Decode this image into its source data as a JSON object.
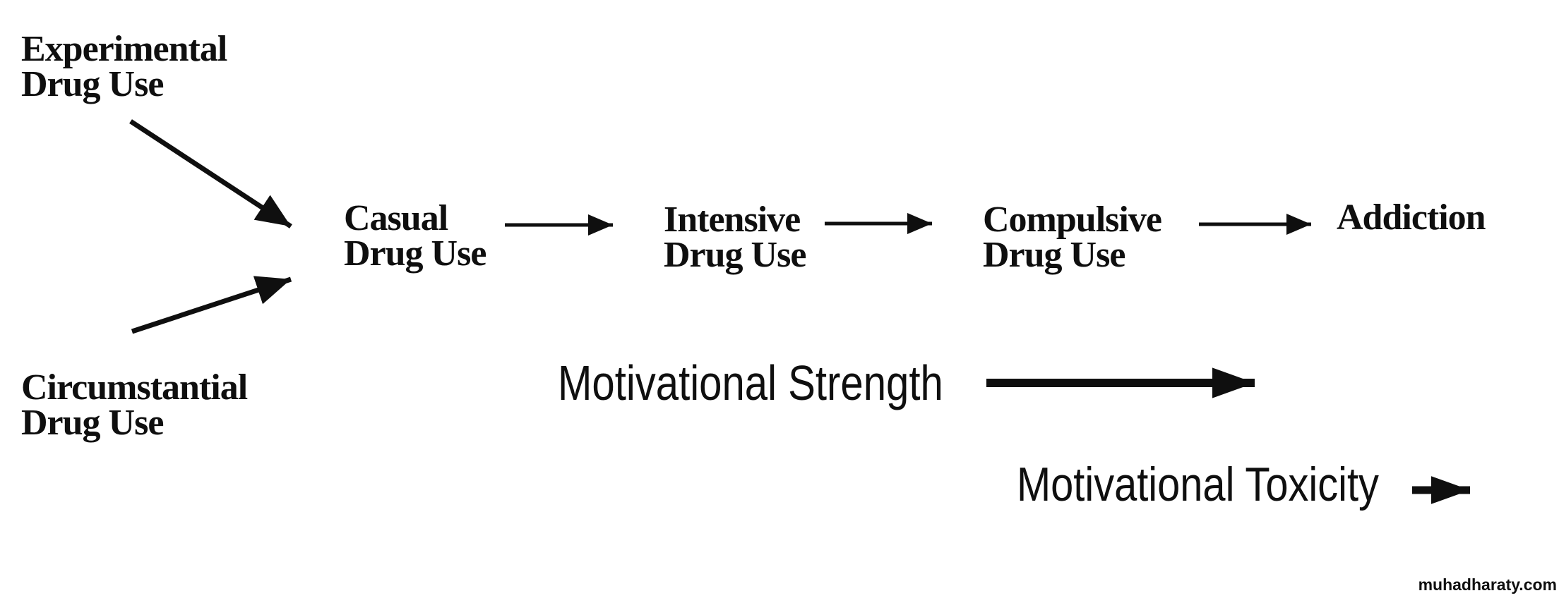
{
  "diagram": {
    "title_visible": false,
    "nodes": [
      {
        "id": "experimental",
        "line1": "Experimental",
        "line2": "Drug Use"
      },
      {
        "id": "circumstantial",
        "line1": "Circumstantial",
        "line2": "Drug Use"
      },
      {
        "id": "casual",
        "line1": "Casual",
        "line2": "Drug Use"
      },
      {
        "id": "intensive",
        "line1": "Intensive",
        "line2": "Drug Use"
      },
      {
        "id": "compulsive",
        "line1": "Compulsive",
        "line2": "Drug Use"
      },
      {
        "id": "addiction",
        "line1": "Addiction",
        "line2": ""
      }
    ],
    "edges": [
      {
        "from": "experimental",
        "to": "casual",
        "style": "diagonal-thin"
      },
      {
        "from": "circumstantial",
        "to": "casual",
        "style": "diagonal-thin"
      },
      {
        "from": "casual",
        "to": "intensive",
        "style": "horizontal-thin"
      },
      {
        "from": "intensive",
        "to": "compulsive",
        "style": "horizontal-thin"
      },
      {
        "from": "compulsive",
        "to": "addiction",
        "style": "horizontal-thin"
      }
    ],
    "annotations": [
      {
        "id": "motivational-strength",
        "label": "Motivational Strength",
        "arrow": "long-thick-right"
      },
      {
        "id": "motivational-toxicity",
        "label": "Motivational Toxicity",
        "arrow": "short-thick-right"
      }
    ]
  },
  "watermark": "muhadharaty.com",
  "colors": {
    "ink": "#0f0f0f",
    "background": "#ffffff"
  }
}
